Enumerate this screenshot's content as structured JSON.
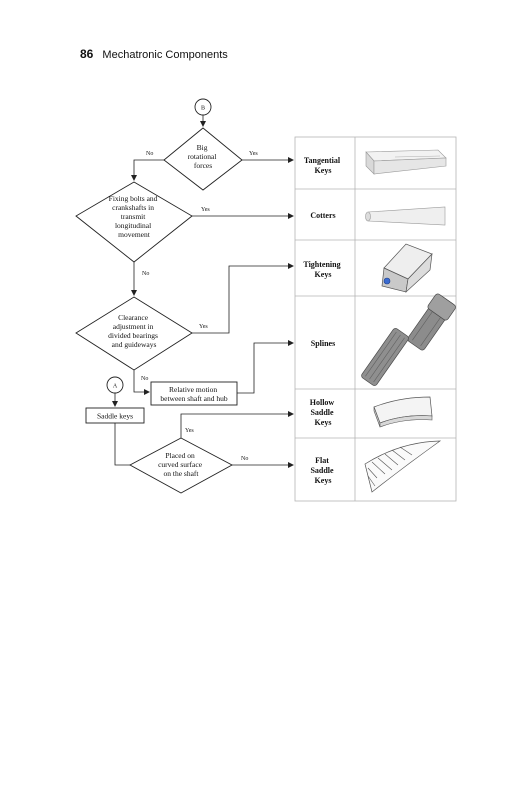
{
  "header": {
    "page_number": "86",
    "title": "Mechatronic Components"
  },
  "connectors": {
    "b": "B",
    "a": "A"
  },
  "decisions": {
    "big_rotational": [
      "Big",
      "rotational",
      "forces"
    ],
    "fixing_bolts": [
      "Fixing bolts and",
      "crankshafts in",
      "transmit",
      "longitudinal",
      "movement"
    ],
    "clearance": [
      "Clearance",
      "adjustment in",
      "divided bearings",
      "and guideways"
    ],
    "placed_on": [
      "Placed on",
      "curved surface",
      "on the shaft"
    ]
  },
  "processes": {
    "relative_motion": [
      "Relative motion",
      "between shaft and hub"
    ],
    "saddle_keys": "Saddle keys"
  },
  "edge_labels": {
    "no": "No",
    "yes": "Yes"
  },
  "outcomes": [
    [
      "Tangential",
      "Keys"
    ],
    [
      "Cotters"
    ],
    [
      "Tightening",
      "Keys"
    ],
    [
      "Splines"
    ],
    [
      "Hollow",
      "Saddle",
      "Keys"
    ],
    [
      "Flat",
      "Saddle",
      "Keys"
    ]
  ],
  "icons": [
    "tangential-key-image",
    "cotter-image",
    "tightening-key-image",
    "spline-image",
    "hollow-saddle-key-image",
    "flat-saddle-key-image"
  ]
}
